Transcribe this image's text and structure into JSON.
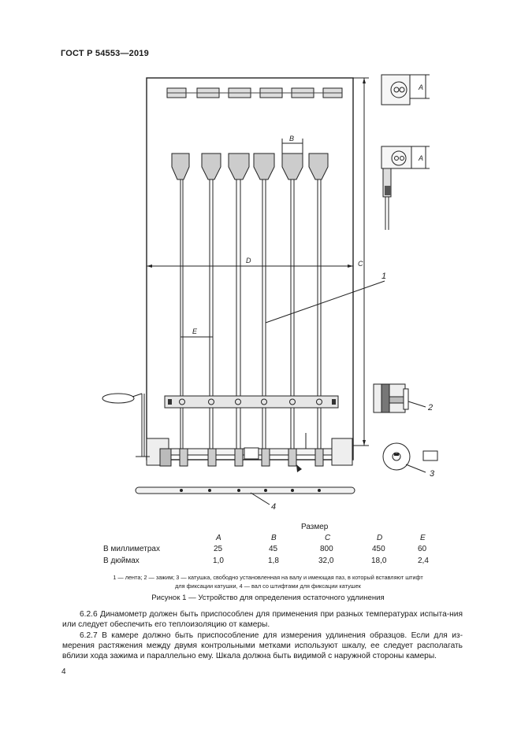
{
  "header": {
    "standard": "ГОСТ Р 54553—2019"
  },
  "figure": {
    "dims": {
      "A": "A",
      "B": "B",
      "C": "C",
      "D": "D",
      "E": "E"
    },
    "callouts": {
      "c1": "1",
      "c2": "2",
      "c3": "3",
      "c4": "4"
    }
  },
  "size_table": {
    "title": "Размер",
    "columns": [
      "A",
      "B",
      "C",
      "D",
      "E"
    ],
    "rows": [
      {
        "label": "В миллиметрах",
        "values": [
          "25",
          "45",
          "800",
          "450",
          "60"
        ]
      },
      {
        "label": "В дюймах",
        "values": [
          "1,0",
          "1,8",
          "32,0",
          "18,0",
          "2,4"
        ]
      }
    ]
  },
  "legend": {
    "line1": "1 — лента; 2 — зажим; 3 — катушка, свободно установленная на валу и имеющая паз, в который вставляют штифт",
    "line2": "для фиксации катушки, 4 — вал со штифтами для фиксации катушек"
  },
  "caption": "Рисунок 1 — Устройство для определения остаточного удлинения",
  "paragraphs": {
    "p626": "6.2.6 Динамометр должен быть приспособлен для применения при разных температурах испыта-ния или следует обеспечить его теплоизоляцию от камеры.",
    "p627": "6.2.7 В камере должно быть приспособление для измерения удлинения образцов. Если для из-мерения растяжения между двумя контрольными метками используют шкалу, ее следует располагать вблизи хода зажима и параллельно ему. Шкала должна быть видимой с наружной стороны камеры."
  },
  "page_number": "4"
}
